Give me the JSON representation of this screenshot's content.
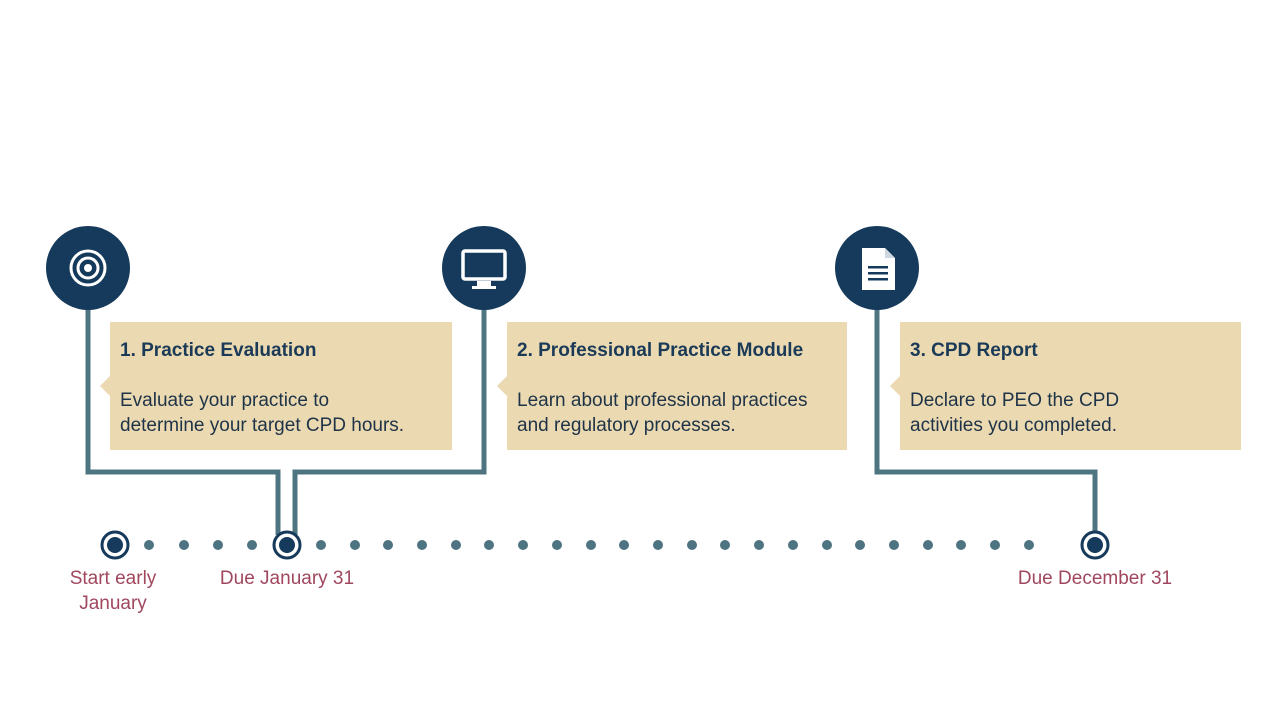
{
  "colors": {
    "navy": "#163a5c",
    "line": "#4e7482",
    "card": "#ead9b1",
    "date_text": "#a0475e",
    "title_text": "#1b3a57"
  },
  "steps": [
    {
      "icon": "target-icon",
      "title": "1. Practice Evaluation",
      "body_line1": "Evaluate your practice to",
      "body_line2": "determine your target CPD hours."
    },
    {
      "icon": "monitor-icon",
      "title": "2. Professional Practice Module",
      "body_line1": "Learn about professional practices",
      "body_line2": "and regulatory processes."
    },
    {
      "icon": "document-icon",
      "title": "3. CPD Report",
      "body_line1": "Declare to PEO the CPD",
      "body_line2": "activities you completed."
    }
  ],
  "timeline": {
    "start_line1": "Start early",
    "start_line2": "January",
    "due_january": "Due January 31",
    "due_december": "Due December 31"
  }
}
